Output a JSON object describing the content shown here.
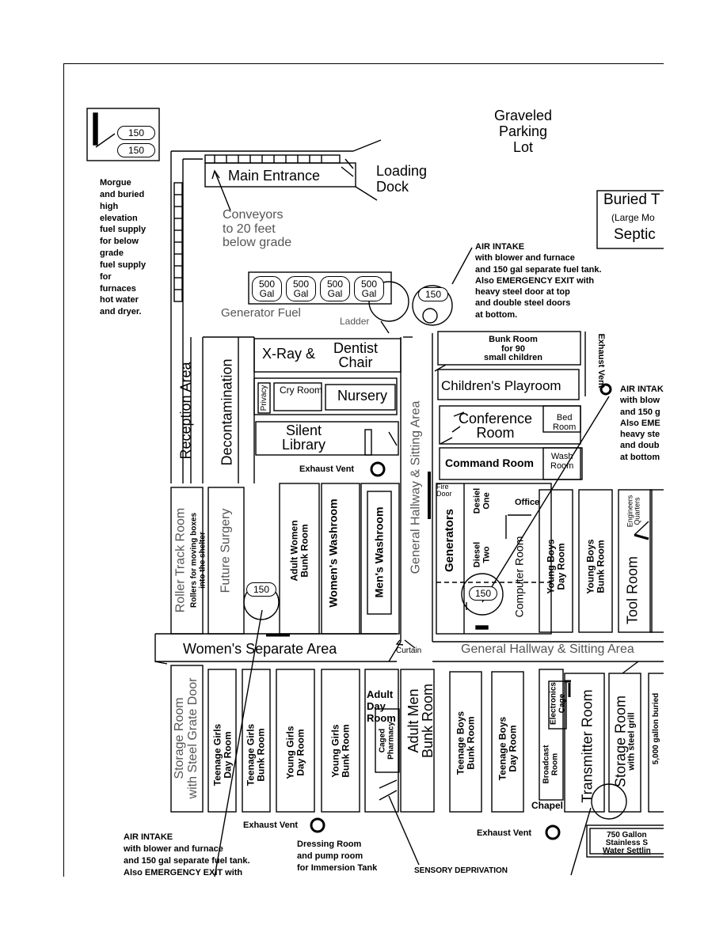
{
  "labels": {
    "graveled_parking": [
      "Graveled",
      "Parking",
      "Lot"
    ],
    "main_entrance": "Main Entrance",
    "loading_dock": [
      "Loading",
      "Dock"
    ],
    "conveyors": [
      "Conveyors",
      "to 20 feet",
      "below grade"
    ],
    "morgue": [
      "Morgue",
      "and buried",
      "high",
      "elevation",
      "fuel supply",
      "for below",
      "grade",
      "fuel supply",
      "for",
      "furnaces",
      "hot water",
      "and dryer."
    ],
    "buried": "Buried T",
    "large_mo": "(Large Mo",
    "septic": "Septic",
    "air_intake_top": [
      "AIR INTAKE",
      "with blower and furnace",
      "and 150 gal separate fuel tank.",
      "Also EMERGENCY EXIT with",
      "heavy steel door at top",
      "and double steel doors",
      "at bottom."
    ],
    "air_intake_right": [
      "AIR INTAK",
      "with blow",
      "and 150 g",
      "Also EME",
      "heavy ste",
      "and doub",
      "at bottom"
    ],
    "air_intake_bottom": [
      "AIR INTAKE",
      "with blower and furnace",
      "and 150 gal separate fuel tank.",
      "Also EMERGENCY EXIT with"
    ],
    "generator_fuel": "Generator Fuel",
    "ladder": "Ladder",
    "xray": "X-Ray &",
    "dentist": [
      "Dentist",
      "Chair"
    ],
    "privacy": "Privacy",
    "cry_room": "Cry Room",
    "nursery": "Nursery",
    "silent_library": [
      "Silent",
      "Library"
    ],
    "exhaust_vent": "Exhaust Vent",
    "reception": "Reception Area",
    "decontamination": "Decontamination",
    "general_hallway_v": "General Hallway & Sitting Area",
    "general_hallway_h": "General Hallway & Sitting Area",
    "bunk_room_90": [
      "Bunk Room",
      "for 90",
      "small children"
    ],
    "childrens_playroom": "Children's Playroom",
    "conference_room": [
      "Conference",
      "Room"
    ],
    "bed_room": [
      "Bed",
      "Room"
    ],
    "command_room": "Command Room",
    "wash_room": [
      "Wash",
      "Room"
    ],
    "fire_door": [
      "Fire",
      "Door"
    ],
    "generators": "Generators",
    "desiel_one": [
      "Desiel",
      "One"
    ],
    "diesel_two": [
      "Diesel",
      "Two"
    ],
    "office": "Office",
    "computer_room": "Computer Room",
    "young_boys_day": [
      "Young Boys",
      "Day Room"
    ],
    "young_boys_bunk": [
      "Young Boys",
      "Bunk Room"
    ],
    "tool_room": "Tool Room",
    "engineers_quarters": [
      "Engineers",
      "Quarters"
    ],
    "roller_track": [
      "Roller Track Room"
    ],
    "rollers_note": [
      "Rollers for moving boxes",
      "into the shelter"
    ],
    "future_surgery": "Future Surgery",
    "adult_women_bunk": [
      "Adult Women",
      "Bunk Room"
    ],
    "womens_washroom": "Women's Washroom",
    "mens_washroom": "Men's Washroom",
    "womens_separate": "Women's Separate Area",
    "curtain": "Curtain",
    "storage_room_steel": [
      "Storage Room",
      "with Steel Grate Door"
    ],
    "teenage_girls_day": [
      "Teenage Girls",
      "Day Room"
    ],
    "teenage_girls_bunk": [
      "Teenage Girls",
      "Bunk Room"
    ],
    "young_girls_day": [
      "Young Girls",
      "Day Room"
    ],
    "young_girls_bunk": [
      "Young Girls",
      "Bunk Room"
    ],
    "adult_day_room": [
      "Adult",
      "Day",
      "Room"
    ],
    "caged_pharmacy": [
      "Caged",
      "Pharmacy"
    ],
    "adult_men_bunk": [
      "Adult Men",
      "Bunk Room"
    ],
    "teenage_boys_bunk": [
      "Teenage Boys",
      "Bunk Room"
    ],
    "teenage_boys_day": [
      "Teenage Boys",
      "Day Room"
    ],
    "electronics_cage": [
      "Electronics",
      "Cage"
    ],
    "broadcast_room": [
      "Broadcast",
      "Room"
    ],
    "chapel": "Chapel",
    "transmitter_room": "Transmitter Room",
    "storage_room_grill": [
      "Storage Room",
      "with steel grill"
    ],
    "gallon_buried": "5,000 gallon buried",
    "dressing_room": [
      "Dressing Room",
      "and pump room",
      "for Immersion Tank"
    ],
    "sensory_deprivation": "SENSORY DEPRIVATION",
    "settling": [
      "750 Gallon",
      "Stainless S",
      "Water Settlin"
    ],
    "tank_150": "150",
    "tank_500": [
      "500",
      "Gal"
    ]
  }
}
